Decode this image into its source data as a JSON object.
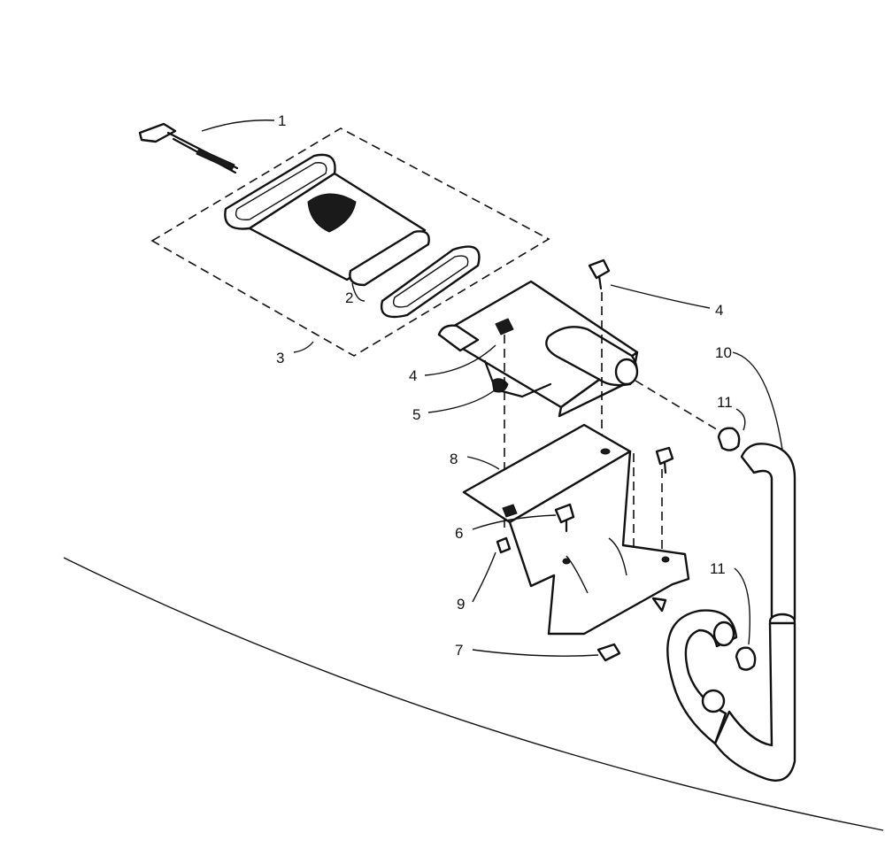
{
  "diagram": {
    "callouts": [
      {
        "id": "c1",
        "label": "1"
      },
      {
        "id": "c2",
        "label": "2"
      },
      {
        "id": "c3",
        "label": "3"
      },
      {
        "id": "c4a",
        "label": "4"
      },
      {
        "id": "c4b",
        "label": "4"
      },
      {
        "id": "c5",
        "label": "5"
      },
      {
        "id": "c6",
        "label": "6"
      },
      {
        "id": "c7",
        "label": "7"
      },
      {
        "id": "c8",
        "label": "8"
      },
      {
        "id": "c9",
        "label": "9"
      },
      {
        "id": "c10",
        "label": "10"
      },
      {
        "id": "c11a",
        "label": "11"
      },
      {
        "id": "c11b",
        "label": "11"
      }
    ]
  }
}
